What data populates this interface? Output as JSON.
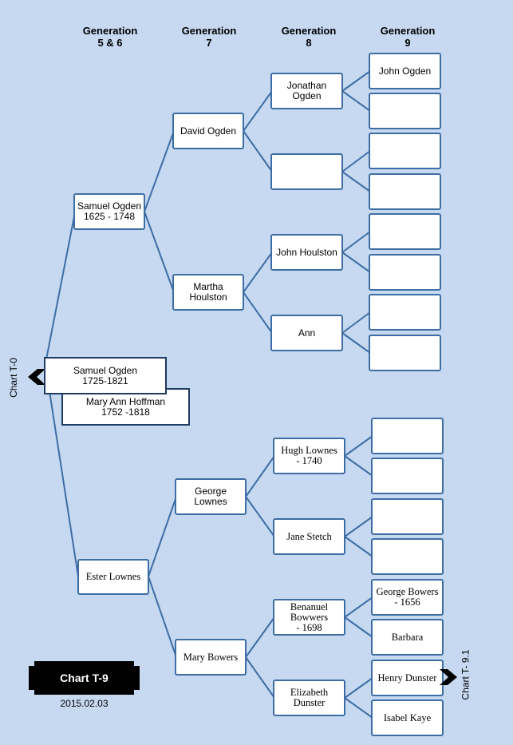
{
  "headers": {
    "g56": "Generation\n5 & 6",
    "g7": "Generation\n7",
    "g8": "Generation\n8",
    "g9": "Generation\n9"
  },
  "root": {
    "person": "Samuel  Ogden\n1725-1821",
    "spouse": "Mary Ann Hoffman\n1752 -1818"
  },
  "gen56": {
    "top": "Samuel Ogden\n1625 - 1748",
    "bottom": "Ester Lownes"
  },
  "gen7": {
    "david": "David Ogden",
    "martha": "Martha\nHoulston",
    "george": "George\nLownes",
    "mary": "Mary Bowers"
  },
  "gen8": {
    "jonathan": "Jonathan\nOgden",
    "blank": "",
    "john_houlston": "John Houlston",
    "ann": "Ann",
    "hugh": "Hugh Lownes\n- 1740",
    "jane": "Jane Stetch",
    "benanuel": "Benanuel\nBowwers\n- 1698",
    "elizabeth": "Elizabeth\nDunster"
  },
  "gen9": [
    "John Ogden",
    "",
    "",
    "",
    "",
    "",
    "",
    "",
    "",
    "",
    "",
    "",
    "George Bowers\n- 1656",
    "Barbara",
    "Henry Dunster",
    "Isabel Kaye"
  ],
  "side_labels": {
    "left": "Chart  T-0",
    "right": "Chart  T- 9.1"
  },
  "badge": {
    "title": "Chart T-9",
    "date": "2015.02.03"
  },
  "colors": {
    "background": "#c6d9f1",
    "line": "#3e6da4",
    "box_border": "#3e6da4",
    "badge": "#000000"
  }
}
